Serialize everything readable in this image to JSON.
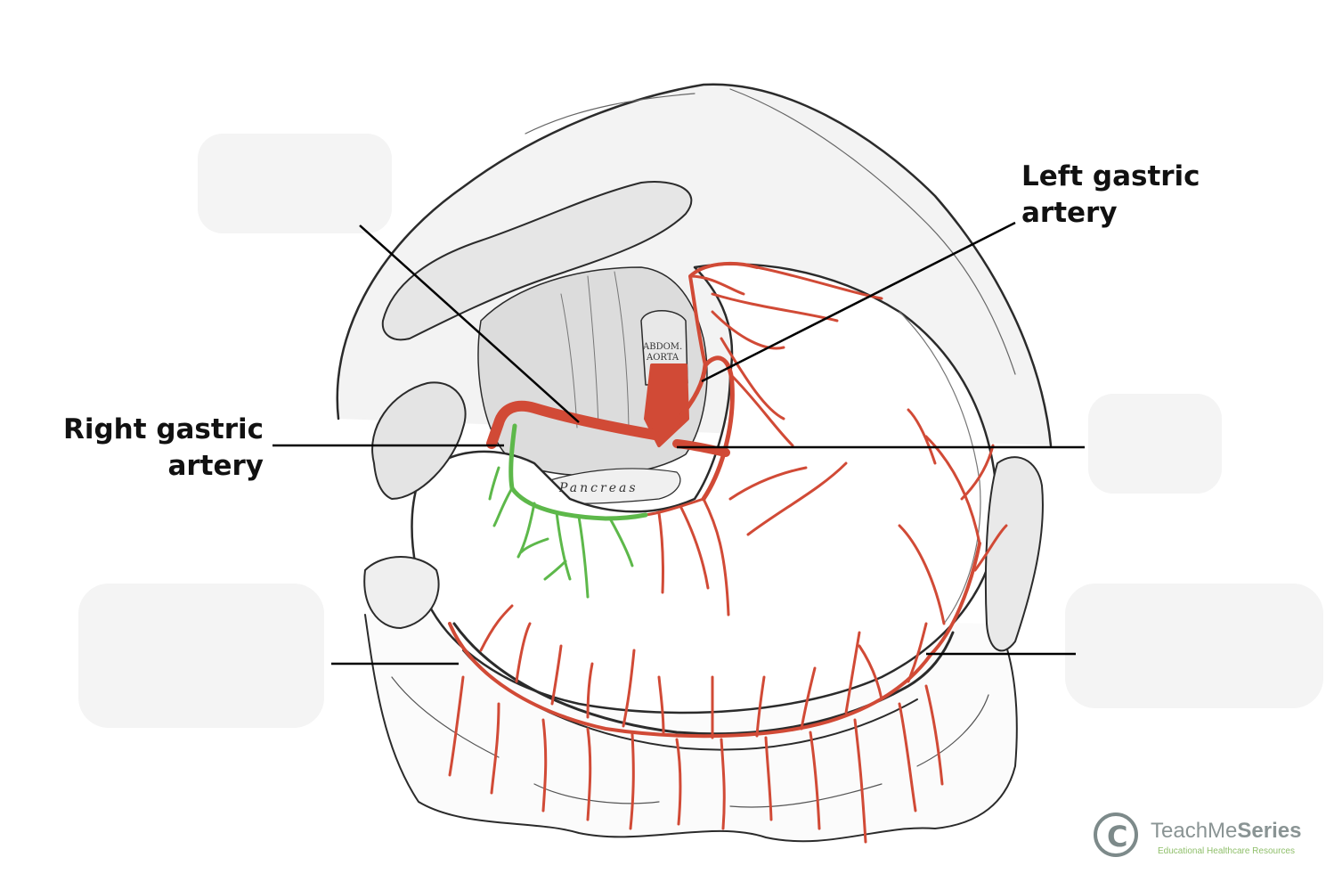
{
  "labels": {
    "left_gastric": [
      "Left gastric",
      "artery"
    ],
    "right_gastric": [
      "Right gastric",
      "artery"
    ]
  },
  "watermark": {
    "brand_light": "TeachMe",
    "brand_bold": "Series",
    "tagline": "Educational Healthcare Resources",
    "logo_letter": "C"
  },
  "engraving_text": {
    "aorta_line1": "ABDOM.",
    "aorta_line2": "AORTA",
    "pancreas": "Pancreas"
  },
  "colors": {
    "artery_red": "#d14a36",
    "right_gastric_green": "#5db84a",
    "ink": "#2b2b2b",
    "blank_label_box": "#f4f4f4"
  }
}
